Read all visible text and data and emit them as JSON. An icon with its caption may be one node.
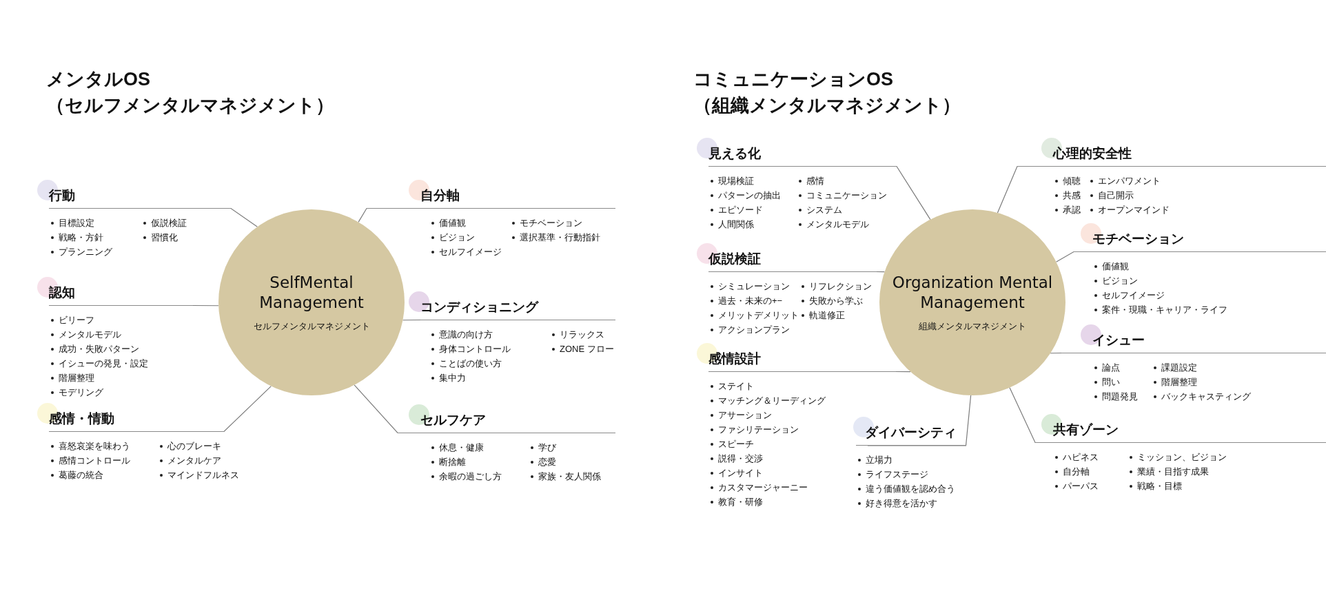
{
  "diagram": {
    "nodes": [
      {
        "text": [
          "SelfMental Management",
          "セルフメンタルマネジメント"
        ]
      },
      {
        "text": [
          "行動",
          "目標設定",
          "戦略・方針",
          "プランニング",
          "仮説検証",
          "習慣化"
        ]
      },
      {
        "text": [
          "認知",
          "ビリーフ",
          "メンタルモデル",
          "成功・失敗パターン",
          "イシューの発見・設定",
          "階層整理",
          "モデリング"
        ]
      },
      {
        "text": [
          "感情・情動",
          "喜怒哀楽を味わう",
          "感情コントロール",
          "葛藤の統合",
          "心のブレーキ",
          "メンタルケア",
          "マインドフルネス"
        ]
      },
      {
        "text": [
          "自分軸",
          "価値観",
          "ビジョン",
          "セルフイメージ",
          "モチベーション",
          "選択基準・行動指針"
        ]
      },
      {
        "text": [
          "コンディショニング",
          "意識の向け方",
          "身体コントロール",
          "ことばの使い方",
          "集中力",
          "リラックス",
          "ZONE フロー"
        ]
      },
      {
        "text": [
          "セルフケア",
          "休息・健康",
          "断捨離",
          "余暇の過ごし方",
          "学び",
          "恋愛",
          "家族・友人関係"
        ]
      },
      {
        "text": [
          "Organization Mental Management",
          "組織メンタルマネジメント"
        ]
      },
      {
        "text": [
          "見える化",
          "現場検証",
          "パターンの抽出",
          "エピソード",
          "人間関係",
          "感情",
          "コミュニケーション",
          "システム",
          "メンタルモデル"
        ]
      },
      {
        "text": [
          "仮説検証",
          "シミュレーション",
          "過去・未来の+−",
          "メリットデメリット",
          "アクションプラン",
          "リフレクション",
          "失敗から学ぶ",
          "軌道修正"
        ]
      },
      {
        "text": [
          "感情設計",
          "ステイト",
          "マッチング＆リーディング",
          "アサーション",
          "ファシリテーション",
          "スピーチ",
          "説得・交渉",
          "インサイト",
          "カスタマージャーニー",
          "教育・研修"
        ]
      },
      {
        "text": [
          "ダイバーシティ",
          "立場力",
          "ライフステージ",
          "違う価値観を認め合う",
          "好き得意を活かす"
        ]
      },
      {
        "text": [
          "心理的安全性",
          "傾聴",
          "共感",
          "承認",
          "エンパワメント",
          "自己開示",
          "オープンマインド"
        ]
      },
      {
        "text": [
          "モチベーション",
          "価値観",
          "ビジョン",
          "セルフイメージ",
          "案件・現職・キャリア・ライフ"
        ]
      },
      {
        "text": [
          "イシュー",
          "論点",
          "問い",
          "問題発見",
          "課題設定",
          "階層整理",
          "バックキャスティング"
        ]
      },
      {
        "text": [
          "共有ゾーン",
          "ハピネス",
          "自分軸",
          "パーパス",
          "ミッション、ビジョン",
          "業績・目指す成果",
          "戦略・目標"
        ]
      }
    ],
    "edges": [
      {
        "from": 1,
        "to": 0,
        "arrow": "none"
      },
      {
        "from": 2,
        "to": 0,
        "arrow": "none"
      },
      {
        "from": 3,
        "to": 0,
        "arrow": "none"
      },
      {
        "from": 4,
        "to": 0,
        "arrow": "none"
      },
      {
        "from": 5,
        "to": 0,
        "arrow": "none"
      },
      {
        "from": 6,
        "to": 0,
        "arrow": "none"
      },
      {
        "from": 8,
        "to": 7,
        "arrow": "none"
      },
      {
        "from": 9,
        "to": 7,
        "arrow": "none"
      },
      {
        "from": 10,
        "to": 7,
        "arrow": "none"
      },
      {
        "from": 11,
        "to": 7,
        "arrow": "none"
      },
      {
        "from": 12,
        "to": 7,
        "arrow": "none"
      },
      {
        "from": 13,
        "to": 7,
        "arrow": "none"
      },
      {
        "from": 14,
        "to": 7,
        "arrow": "none"
      },
      {
        "from": 15,
        "to": 7,
        "arrow": "none"
      }
    ],
    "labels": [
      "メンタルOS（セルフメンタルマネジメント）",
      "コミュニケーションOS（組織メンタルマネジメント）"
    ]
  }
}
